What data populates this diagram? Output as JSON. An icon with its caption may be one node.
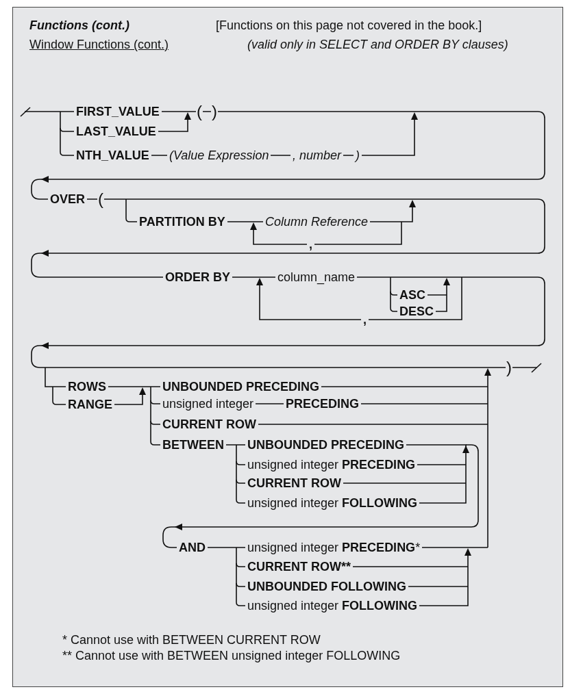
{
  "diagram": {
    "labels": [
      "Functions (cont.)",
      "[Functions on this page not covered in the book.]",
      "Window Functions (cont.)",
      "(valid only in SELECT and ORDER BY clauses)",
      "FIRST_VALUE",
      "(",
      ")",
      "LAST_VALUE",
      "NTH_VALUE",
      "(Value Expression",
      ", number",
      ")",
      "OVER",
      "(",
      "PARTITION BY",
      "Column Reference",
      ",",
      "ORDER BY",
      "column_name",
      "ASC",
      "DESC",
      ",",
      ")",
      "ROWS",
      "RANGE",
      "UNBOUNDED PRECEDING",
      "unsigned integer",
      "PRECEDING",
      "CURRENT ROW",
      "BETWEEN",
      "UNBOUNDED PRECEDING",
      "unsigned integer **PRECEDING**",
      "CURRENT ROW",
      "unsigned integer **FOLLOWING**",
      "AND",
      "unsigned integer **PRECEDING***",
      "CURRENT ROW**",
      "UNBOUNDED FOLLOWING",
      "unsigned integer **FOLLOWING**",
      "* Cannot use with BETWEEN CURRENT ROW",
      "** Cannot use with BETWEEN unsigned integer FOLLOWING"
    ]
  }
}
